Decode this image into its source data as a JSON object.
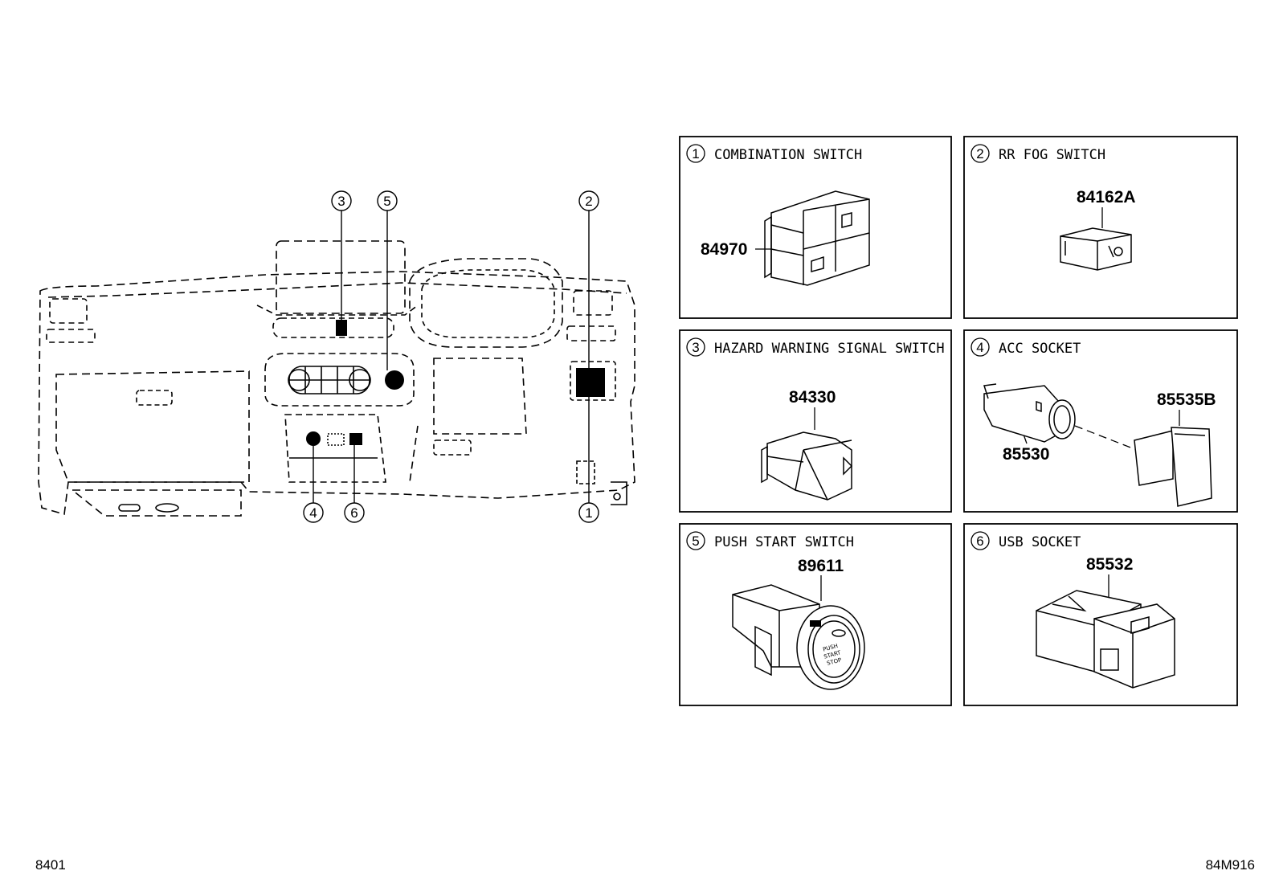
{
  "diagram_codes": {
    "left": "8401",
    "right": "84M916"
  },
  "callouts": {
    "c1_top": "2",
    "c1_bottom": "1",
    "c3": "3",
    "c5": "5",
    "c4": "4",
    "c6": "6"
  },
  "panels": [
    {
      "number": "1",
      "title": "COMBINATION SWITCH",
      "part": "84970"
    },
    {
      "number": "2",
      "title": "RR FOG SWITCH",
      "part": "84162A"
    },
    {
      "number": "3",
      "title": "HAZARD WARNING SIGNAL SWITCH",
      "part": "84330"
    },
    {
      "number": "4",
      "title": "ACC SOCKET",
      "part": "85530",
      "part2": "85535B"
    },
    {
      "number": "5",
      "title": "PUSH START SWITCH",
      "part": "89611",
      "button_text": [
        "PUSH",
        "START",
        "STOP"
      ]
    },
    {
      "number": "6",
      "title": "USB SOCKET",
      "part": "85532"
    }
  ]
}
